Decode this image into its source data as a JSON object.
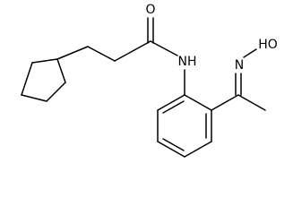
{
  "molecule": {
    "atoms": {
      "carbonyl_oxygen": "O",
      "amide_nitrogen": "NH",
      "oxime_nitrogen": "N",
      "hydroxyl": "HO"
    }
  },
  "colors": {
    "bond": "#000000",
    "label": "#000000",
    "background": "#ffffff"
  }
}
